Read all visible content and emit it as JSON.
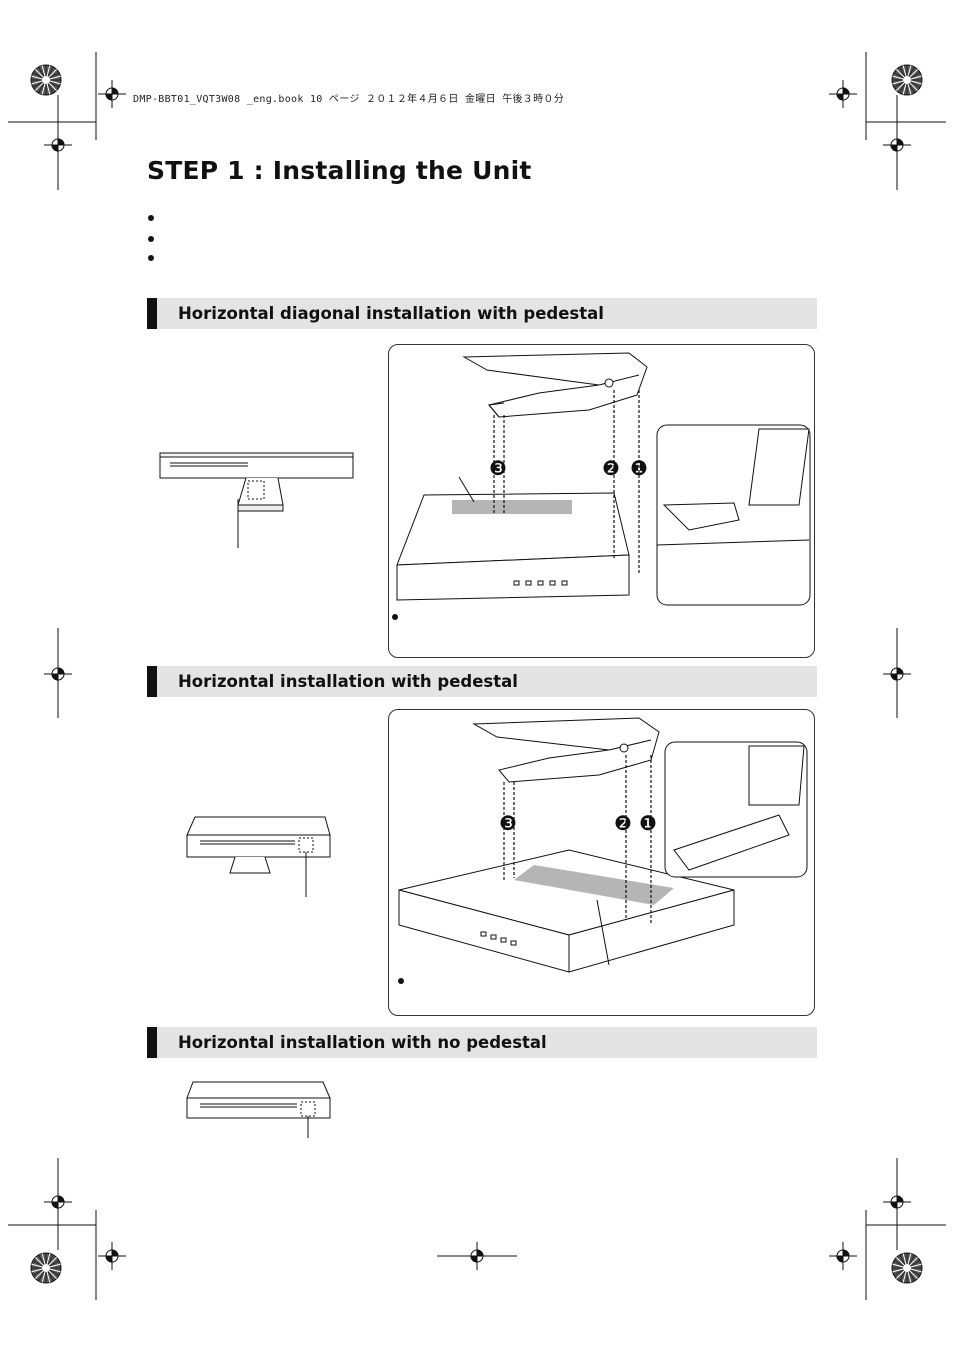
{
  "header": {
    "file_line": "DMP-BBT01_VQT3W08 _eng.book  10 ページ  ２０１２年４月６日  金曜日  午後３時０分"
  },
  "step": {
    "title": "STEP 1 : Installing the Unit"
  },
  "sections": [
    {
      "title": "Horizontal diagonal installation with pedestal",
      "step_numbers": [
        "❸",
        "❷",
        "❶"
      ]
    },
    {
      "title": "Horizontal installation with pedestal",
      "step_numbers": [
        "❸",
        "❷",
        "❶"
      ]
    },
    {
      "title": "Horizontal installation with no pedestal"
    }
  ],
  "colors": {
    "section_bg": "#e4e4e4",
    "accent": "#111111",
    "shade": "#b5b5b5"
  }
}
